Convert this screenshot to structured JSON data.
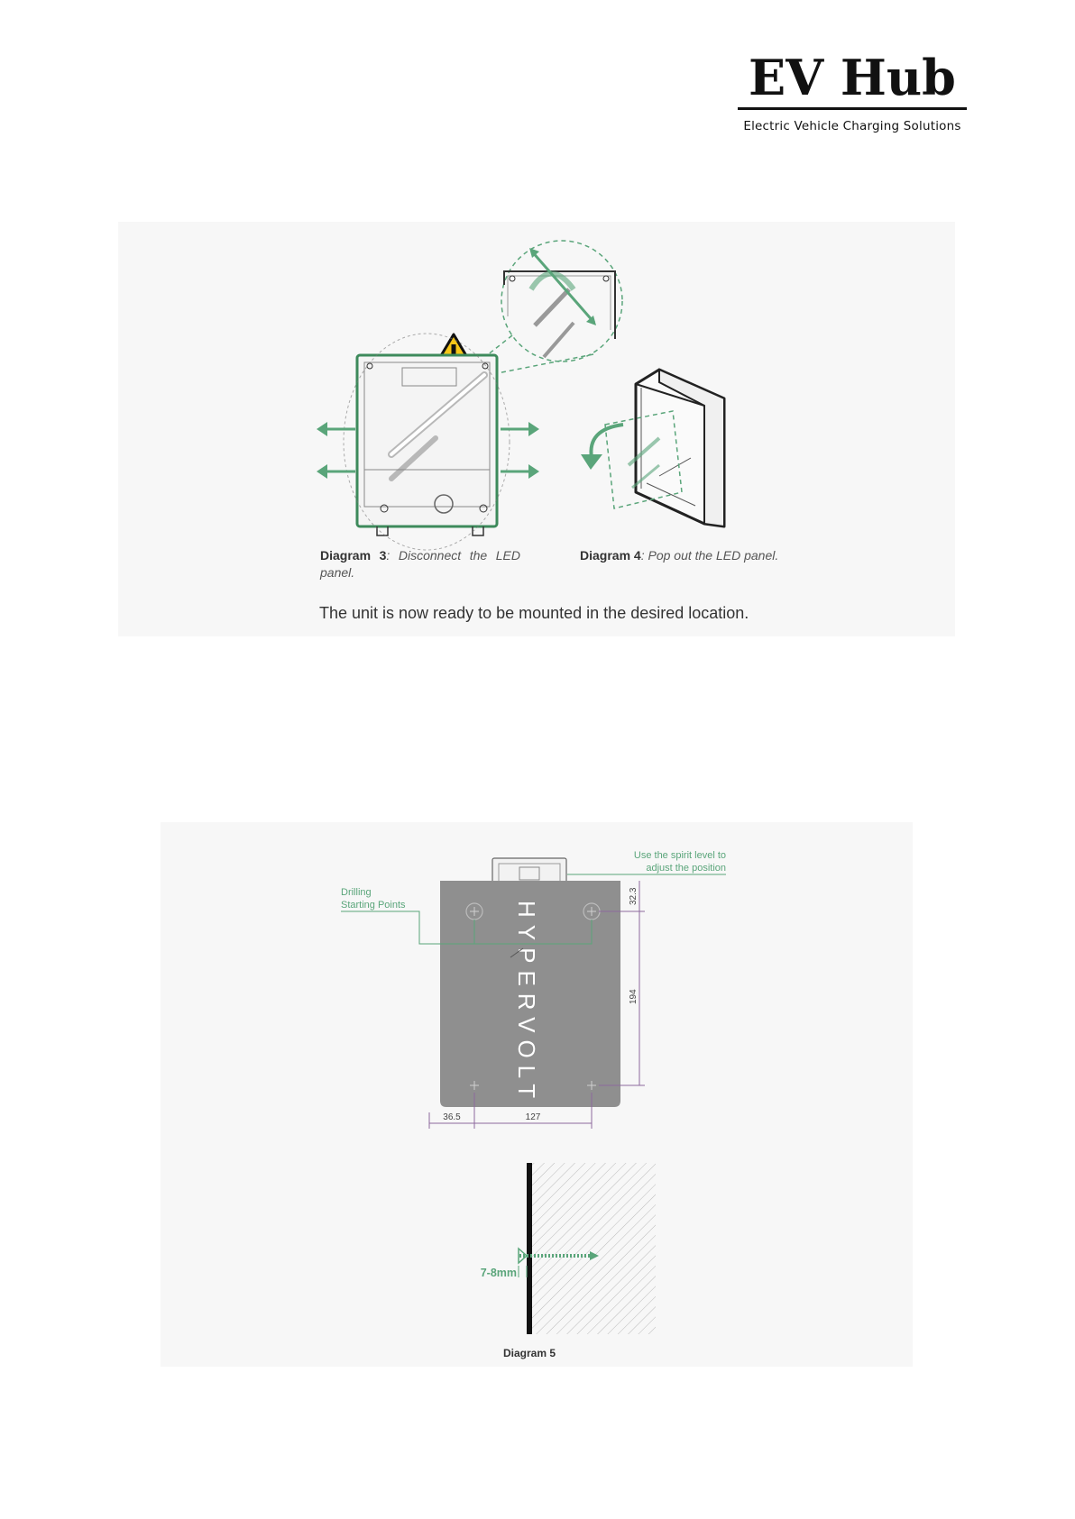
{
  "header": {
    "logo_title": "EV Hub",
    "logo_subtitle": "Electric Vehicle Charging Solutions"
  },
  "top_panel": {
    "caption_left": {
      "label": "Diagram 3",
      "text": ": Disconnect the LED panel."
    },
    "caption_right": {
      "label": "Diagram 4",
      "text": ": Pop out the LED panel."
    },
    "ready_text": "The unit is now ready to be mounted in the desired location."
  },
  "bottom_panel": {
    "spirit_level_note_line1": "Use the spirit level to",
    "spirit_level_note_line2": "adjust the position",
    "drilling_label_line1": "Drilling",
    "drilling_label_line2": "Starting Points",
    "plate_brand": "HYPERVOLT",
    "dim_top": "32.3",
    "dim_vertical": "194",
    "dim_left": "36.5",
    "dim_width": "127",
    "screw_gap": "7-8mm",
    "caption": "Diagram 5"
  },
  "colors": {
    "accent_green": "#5aa57a",
    "dim_purple": "#8e6a9e",
    "plate_grey": "#8f8f8f",
    "panel_bg": "#f7f7f7",
    "warning_yellow": "#f5c518"
  }
}
